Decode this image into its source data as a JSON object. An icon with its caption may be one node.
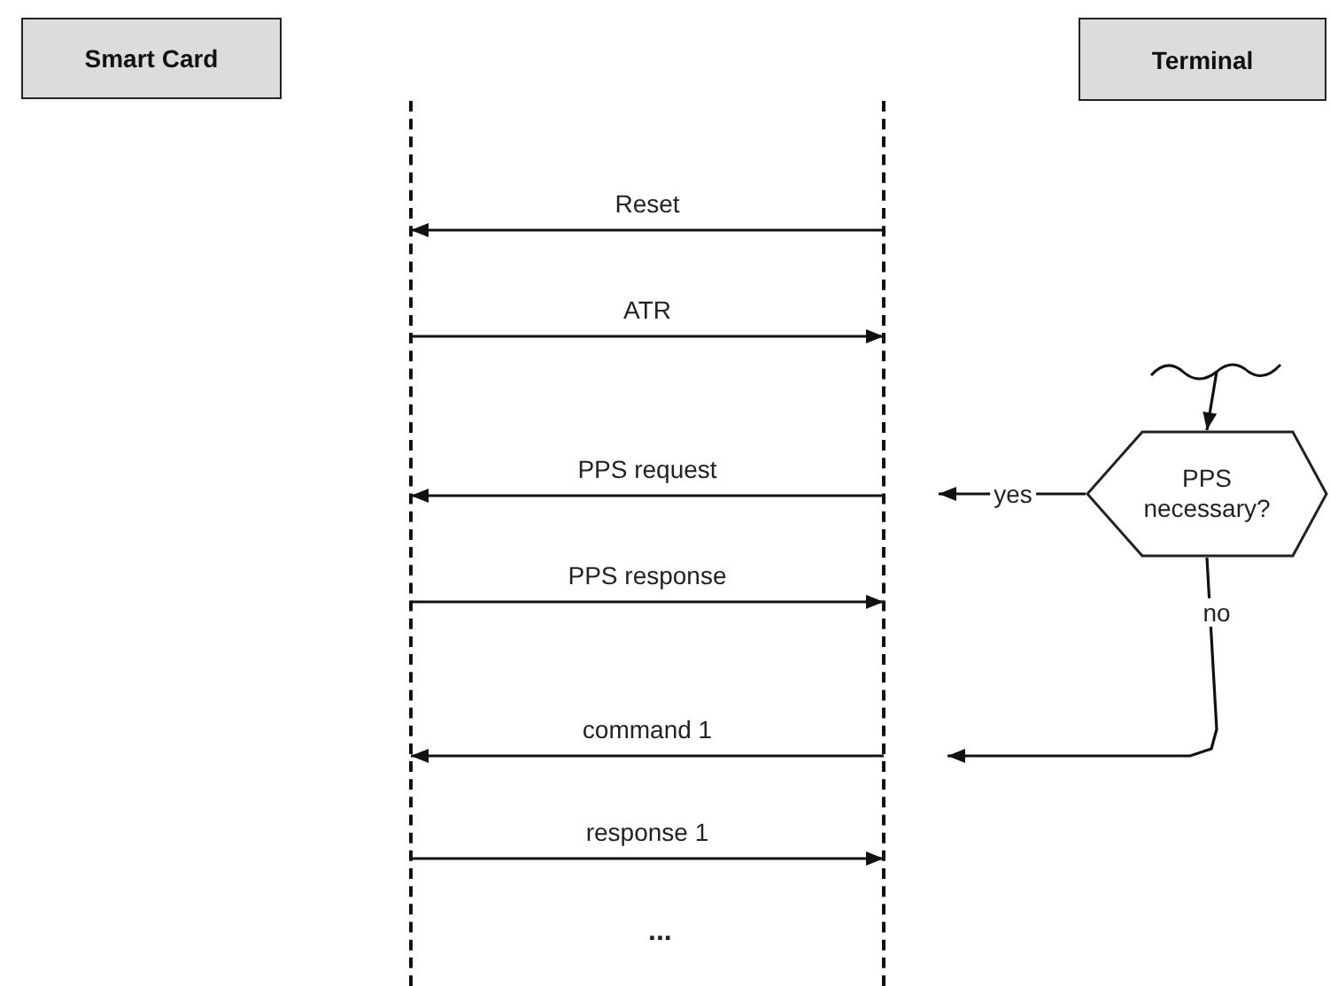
{
  "diagram": {
    "nodes": [
      {
        "text": [
          "Smart Card"
        ]
      },
      {
        "text": [
          "Terminal"
        ]
      },
      {
        "text": [],
        "shape": "line"
      },
      {
        "text": [],
        "shape": "line"
      },
      {
        "text": [
          "PPS necessary?"
        ]
      }
    ],
    "edges": [
      {
        "from": 3,
        "to": 2,
        "arrow": "to",
        "label": "Reset"
      },
      {
        "from": 2,
        "to": 3,
        "arrow": "to",
        "label": "ATR"
      },
      {
        "from": 3,
        "to": 2,
        "arrow": "to",
        "label": "PPS request"
      },
      {
        "from": 2,
        "to": 3,
        "arrow": "to",
        "label": "PPS response"
      },
      {
        "from": 3,
        "to": 2,
        "arrow": "to",
        "label": "command 1"
      },
      {
        "from": 2,
        "to": 3,
        "arrow": "to",
        "label": "response 1"
      },
      {
        "from": null,
        "to": 4,
        "arrow": "to"
      },
      {
        "from": 4,
        "to": null,
        "arrow": "to",
        "label": "yes"
      },
      {
        "from": 4,
        "to": null,
        "arrow": "to",
        "label": "no"
      }
    ],
    "labels": [
      "..."
    ]
  }
}
